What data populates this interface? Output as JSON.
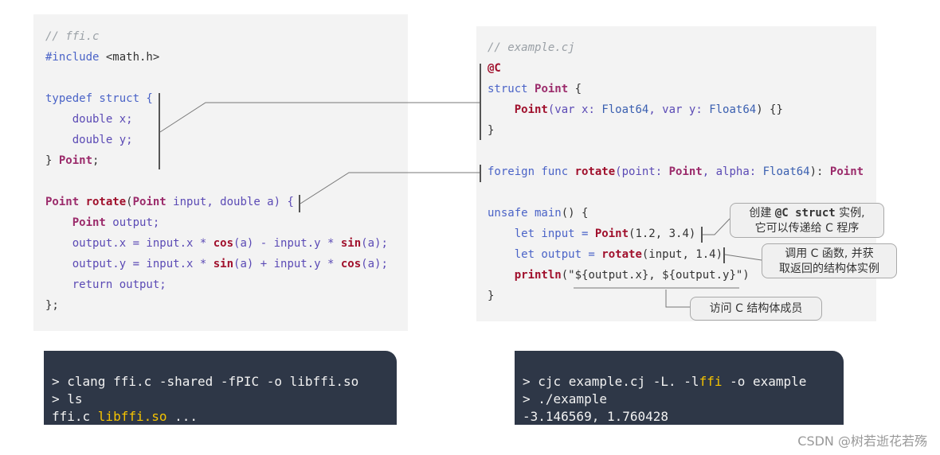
{
  "left_code": {
    "lines": [
      [
        {
          "t": "// ffi.c",
          "c": "cmt"
        }
      ],
      [
        {
          "t": "#include ",
          "c": "kw"
        },
        {
          "t": "<math.h>",
          "c": "plain"
        }
      ],
      [],
      [
        {
          "t": "typedef struct {",
          "c": "kw"
        }
      ],
      [
        {
          "t": "    double x;",
          "c": "id"
        }
      ],
      [
        {
          "t": "    double y;",
          "c": "id"
        }
      ],
      [
        {
          "t": "} ",
          "c": "plain"
        },
        {
          "t": "Point",
          "c": "bold"
        },
        {
          "t": ";",
          "c": "plain"
        }
      ],
      [],
      [
        {
          "t": "Point ",
          "c": "bold"
        },
        {
          "t": "rotate",
          "c": "fn"
        },
        {
          "t": "(",
          "c": "plain"
        },
        {
          "t": "Point ",
          "c": "bold"
        },
        {
          "t": "input, double a) {",
          "c": "id"
        }
      ],
      [
        {
          "t": "    ",
          "c": "plain"
        },
        {
          "t": "Point ",
          "c": "bold"
        },
        {
          "t": "output;",
          "c": "id"
        }
      ],
      [
        {
          "t": "    output.x = input.x * ",
          "c": "id"
        },
        {
          "t": "cos",
          "c": "fn"
        },
        {
          "t": "(a) - input.y * ",
          "c": "id"
        },
        {
          "t": "sin",
          "c": "fn"
        },
        {
          "t": "(a);",
          "c": "id"
        }
      ],
      [
        {
          "t": "    output.y = input.x * ",
          "c": "id"
        },
        {
          "t": "sin",
          "c": "fn"
        },
        {
          "t": "(a) + input.y * ",
          "c": "id"
        },
        {
          "t": "cos",
          "c": "fn"
        },
        {
          "t": "(a);",
          "c": "id"
        }
      ],
      [
        {
          "t": "    return output;",
          "c": "id"
        }
      ],
      [
        {
          "t": "};",
          "c": "plain"
        }
      ]
    ]
  },
  "right_code": {
    "lines": [
      [
        {
          "t": "// example.cj",
          "c": "cmt"
        }
      ],
      [
        {
          "t": "@C",
          "c": "fn"
        }
      ],
      [
        {
          "t": "struct ",
          "c": "kw"
        },
        {
          "t": "Point",
          "c": "bold"
        },
        {
          "t": " {",
          "c": "plain"
        }
      ],
      [
        {
          "t": "    ",
          "c": "plain"
        },
        {
          "t": "Point",
          "c": "fn"
        },
        {
          "t": "(var x: ",
          "c": "id"
        },
        {
          "t": "Float64",
          "c": "ty"
        },
        {
          "t": ", var y: ",
          "c": "id"
        },
        {
          "t": "Float64",
          "c": "ty"
        },
        {
          "t": ") {}",
          "c": "plain"
        }
      ],
      [
        {
          "t": "}",
          "c": "plain"
        }
      ],
      [],
      [
        {
          "t": "foreign func ",
          "c": "kw"
        },
        {
          "t": "rotate",
          "c": "fn"
        },
        {
          "t": "(point: ",
          "c": "id"
        },
        {
          "t": "Point",
          "c": "bold"
        },
        {
          "t": ", alpha: ",
          "c": "id"
        },
        {
          "t": "Float64",
          "c": "ty"
        },
        {
          "t": "): ",
          "c": "plain"
        },
        {
          "t": "Point",
          "c": "bold"
        }
      ],
      [],
      [
        {
          "t": "unsafe main",
          "c": "kw"
        },
        {
          "t": "() {",
          "c": "plain"
        }
      ],
      [
        {
          "t": "    let input = ",
          "c": "kw"
        },
        {
          "t": "Point",
          "c": "fn"
        },
        {
          "t": "(1.2, 3.4)",
          "c": "plain"
        }
      ],
      [
        {
          "t": "    let output = ",
          "c": "kw"
        },
        {
          "t": "rotate",
          "c": "fn"
        },
        {
          "t": "(input, 1.4)",
          "c": "plain"
        }
      ],
      [
        {
          "t": "    ",
          "c": "plain"
        },
        {
          "t": "println",
          "c": "fn"
        },
        {
          "t": "(\"${output.x}, ${output.y}\")",
          "c": "str"
        }
      ],
      [
        {
          "t": "}",
          "c": "plain"
        }
      ]
    ]
  },
  "callouts": {
    "create_line1_a": "创建 ",
    "create_line1_b": "@C struct",
    "create_line1_c": " 实例,",
    "create_line2": "它可以传递给 C 程序",
    "call_line1": "调用 C 函数, 并获",
    "call_line2": "取返回的结构体实例",
    "access": "访问 C 结构体成员"
  },
  "terminal_left": {
    "line1": "> clang ffi.c -shared -fPIC -o libffi.so",
    "line2": "> ls",
    "line3_a": "ffi.c ",
    "line3_b": "libffi.so",
    "line3_c": " ..."
  },
  "terminal_right": {
    "line1_a": "> cjc example.cj -L. -l",
    "line1_b": "ffi",
    "line1_c": " -o example",
    "line2": "> ./example",
    "line3": "-3.146569, 1.760428"
  },
  "watermark": "CSDN @树若逝花若殇",
  "colors": {
    "terminal_bg": "#2e3747",
    "highlight": "#f5c300",
    "keyword": "#4a63c7",
    "function": "#a0102c"
  }
}
